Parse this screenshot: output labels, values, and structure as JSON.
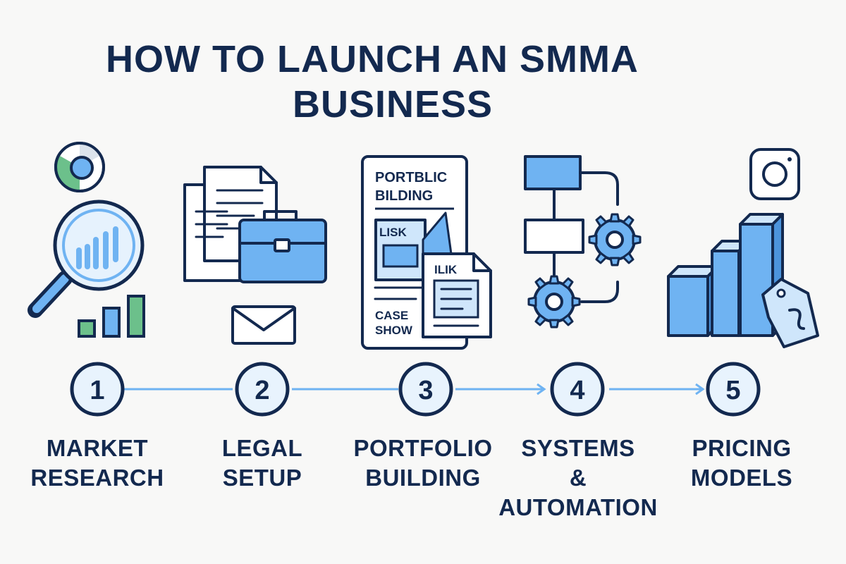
{
  "title": {
    "line1": "HOW TO LAUNCH AN SMMA",
    "line2": "BUSINESS"
  },
  "steps": [
    {
      "number": "1",
      "label_line1": "MARKET",
      "label_line2": "RESEARCH",
      "icon": "magnifier-chart-icon"
    },
    {
      "number": "2",
      "label_line1": "LEGAL",
      "label_line2": "SETUP",
      "icon": "documents-briefcase-icon"
    },
    {
      "number": "3",
      "label_line1": "PORTFOLIO",
      "label_line2": "BUILDING",
      "icon": "portfolio-document-icon"
    },
    {
      "number": "4",
      "label_line1": "SYSTEMS",
      "label_line2": "& AUTOMATION",
      "icon": "flowchart-gears-icon"
    },
    {
      "number": "5",
      "label_line1": "PRICING",
      "label_line2": "MODELS",
      "icon": "bar-chart-pricetag-icon"
    }
  ],
  "portfolio_doc": {
    "heading_line1": "PORTBLIC",
    "heading_line2": "BILDING",
    "tag1": "LISK",
    "tag2": "ILIK",
    "footer_line1": "CASE",
    "footer_line2": "SHOW"
  },
  "colors": {
    "navy": "#13294f",
    "blue": "#6fb3f2",
    "light_blue": "#cfe6fb",
    "green": "#6cc08b",
    "connector": "#6fb3f2"
  }
}
